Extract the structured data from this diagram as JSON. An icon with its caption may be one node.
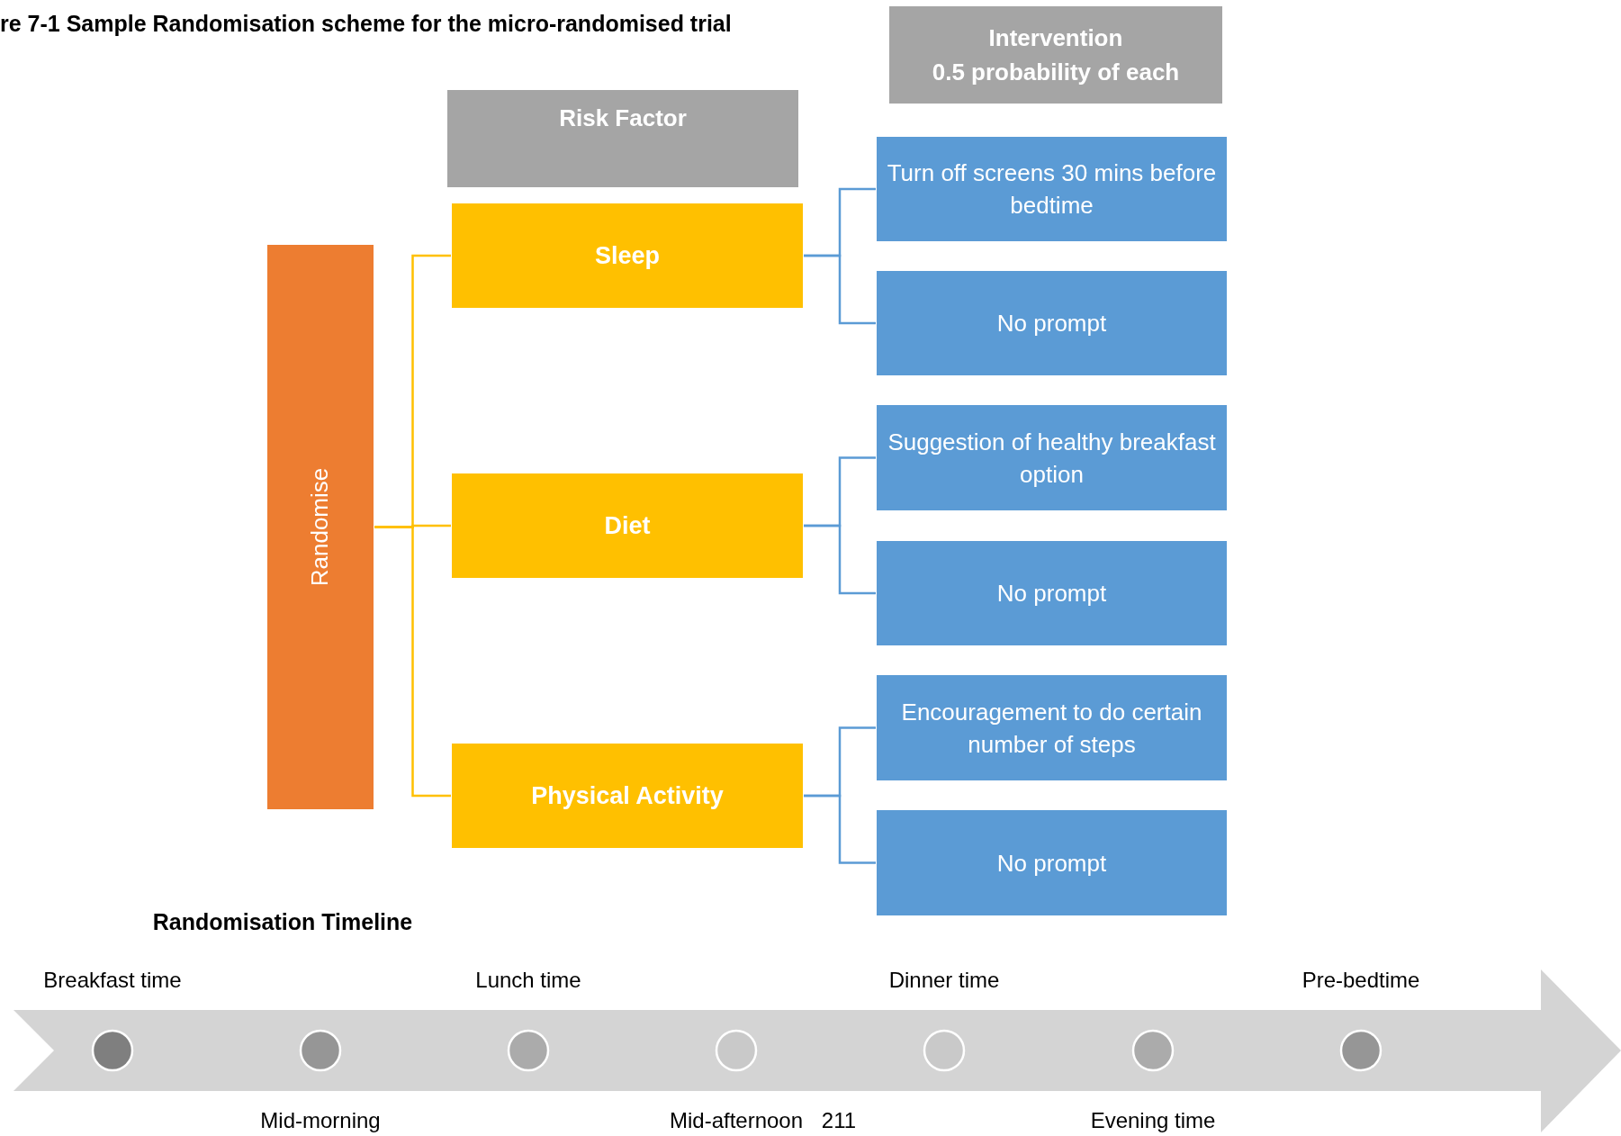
{
  "diagram": {
    "title": "re 7-1 Sample Randomisation scheme for the micro-randomised trial",
    "nodes": [
      {
        "text": [
          "Intervention",
          "0.5 probability of each"
        ]
      },
      {
        "text": [
          "Risk Factor"
        ]
      },
      {
        "text": [
          "Randomise"
        ]
      },
      {
        "text": [
          "Sleep"
        ]
      },
      {
        "text": [
          "Turn off screens 30 mins before bedtime"
        ]
      },
      {
        "text": [
          "No prompt"
        ]
      },
      {
        "text": [
          "Diet"
        ]
      },
      {
        "text": [
          "Suggestion of healthy breakfast option"
        ]
      },
      {
        "text": [
          "No prompt"
        ]
      },
      {
        "text": [
          "Physical Activity"
        ]
      },
      {
        "text": [
          "Encouragement to do certain number of steps"
        ]
      },
      {
        "text": [
          "No prompt"
        ]
      }
    ],
    "edges": [
      {
        "from": 2,
        "to": 3,
        "arrow": "none",
        "color": "#ffc000"
      },
      {
        "from": 2,
        "to": 6,
        "arrow": "none",
        "color": "#ffc000"
      },
      {
        "from": 2,
        "to": 9,
        "arrow": "none",
        "color": "#ffc000"
      },
      {
        "from": 3,
        "to": 4,
        "arrow": "none"
      },
      {
        "from": 3,
        "to": 5,
        "arrow": "none"
      },
      {
        "from": 6,
        "to": 7,
        "arrow": "none"
      },
      {
        "from": 6,
        "to": 8,
        "arrow": "none"
      },
      {
        "from": 9,
        "to": 10,
        "arrow": "none"
      },
      {
        "from": 9,
        "to": 11,
        "arrow": "none"
      }
    ],
    "labels": [
      "Randomisation Timeline",
      "Breakfast time",
      "Lunch time",
      "Dinner time",
      "Pre-bedtime",
      "Mid-morning",
      "Mid-afternoon",
      "211",
      "Evening time"
    ]
  }
}
